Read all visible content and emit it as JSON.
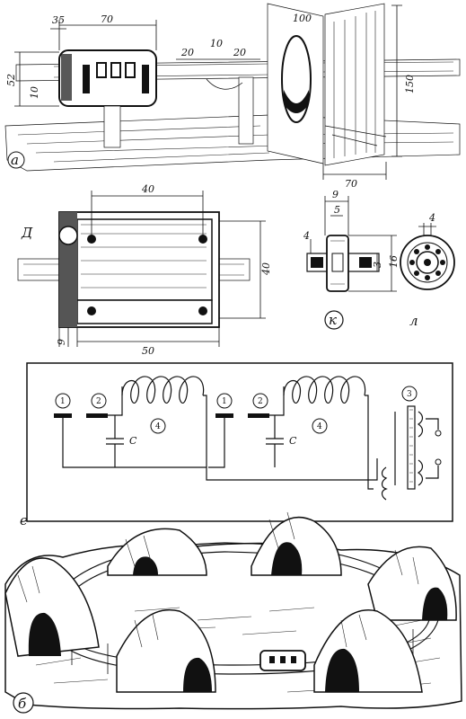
{
  "panels": {
    "a": {
      "letter": "а",
      "dims": {
        "d35": "35",
        "d70": "70",
        "d52": "52",
        "d10v": "10",
        "d20a": "20",
        "d10": "10",
        "d20b": "20",
        "d100": "100",
        "d150": "150",
        "d70b": "70"
      }
    },
    "d": {
      "letter": "Д",
      "dims": {
        "d40top": "40",
        "d40right": "40",
        "d9": "9",
        "d50": "50"
      }
    },
    "k": {
      "letter": "к",
      "dims": {
        "d9": "9",
        "d5": "5",
        "d4": "4",
        "d3": "3",
        "d16": "16"
      }
    },
    "l": {
      "letter": "л",
      "dims": {
        "d4": "4"
      }
    },
    "e": {
      "letter": "е",
      "callouts": {
        "one": "1",
        "two": "2",
        "three": "3",
        "four": "4"
      },
      "cap": "С"
    },
    "b": {
      "letter": "б"
    }
  }
}
